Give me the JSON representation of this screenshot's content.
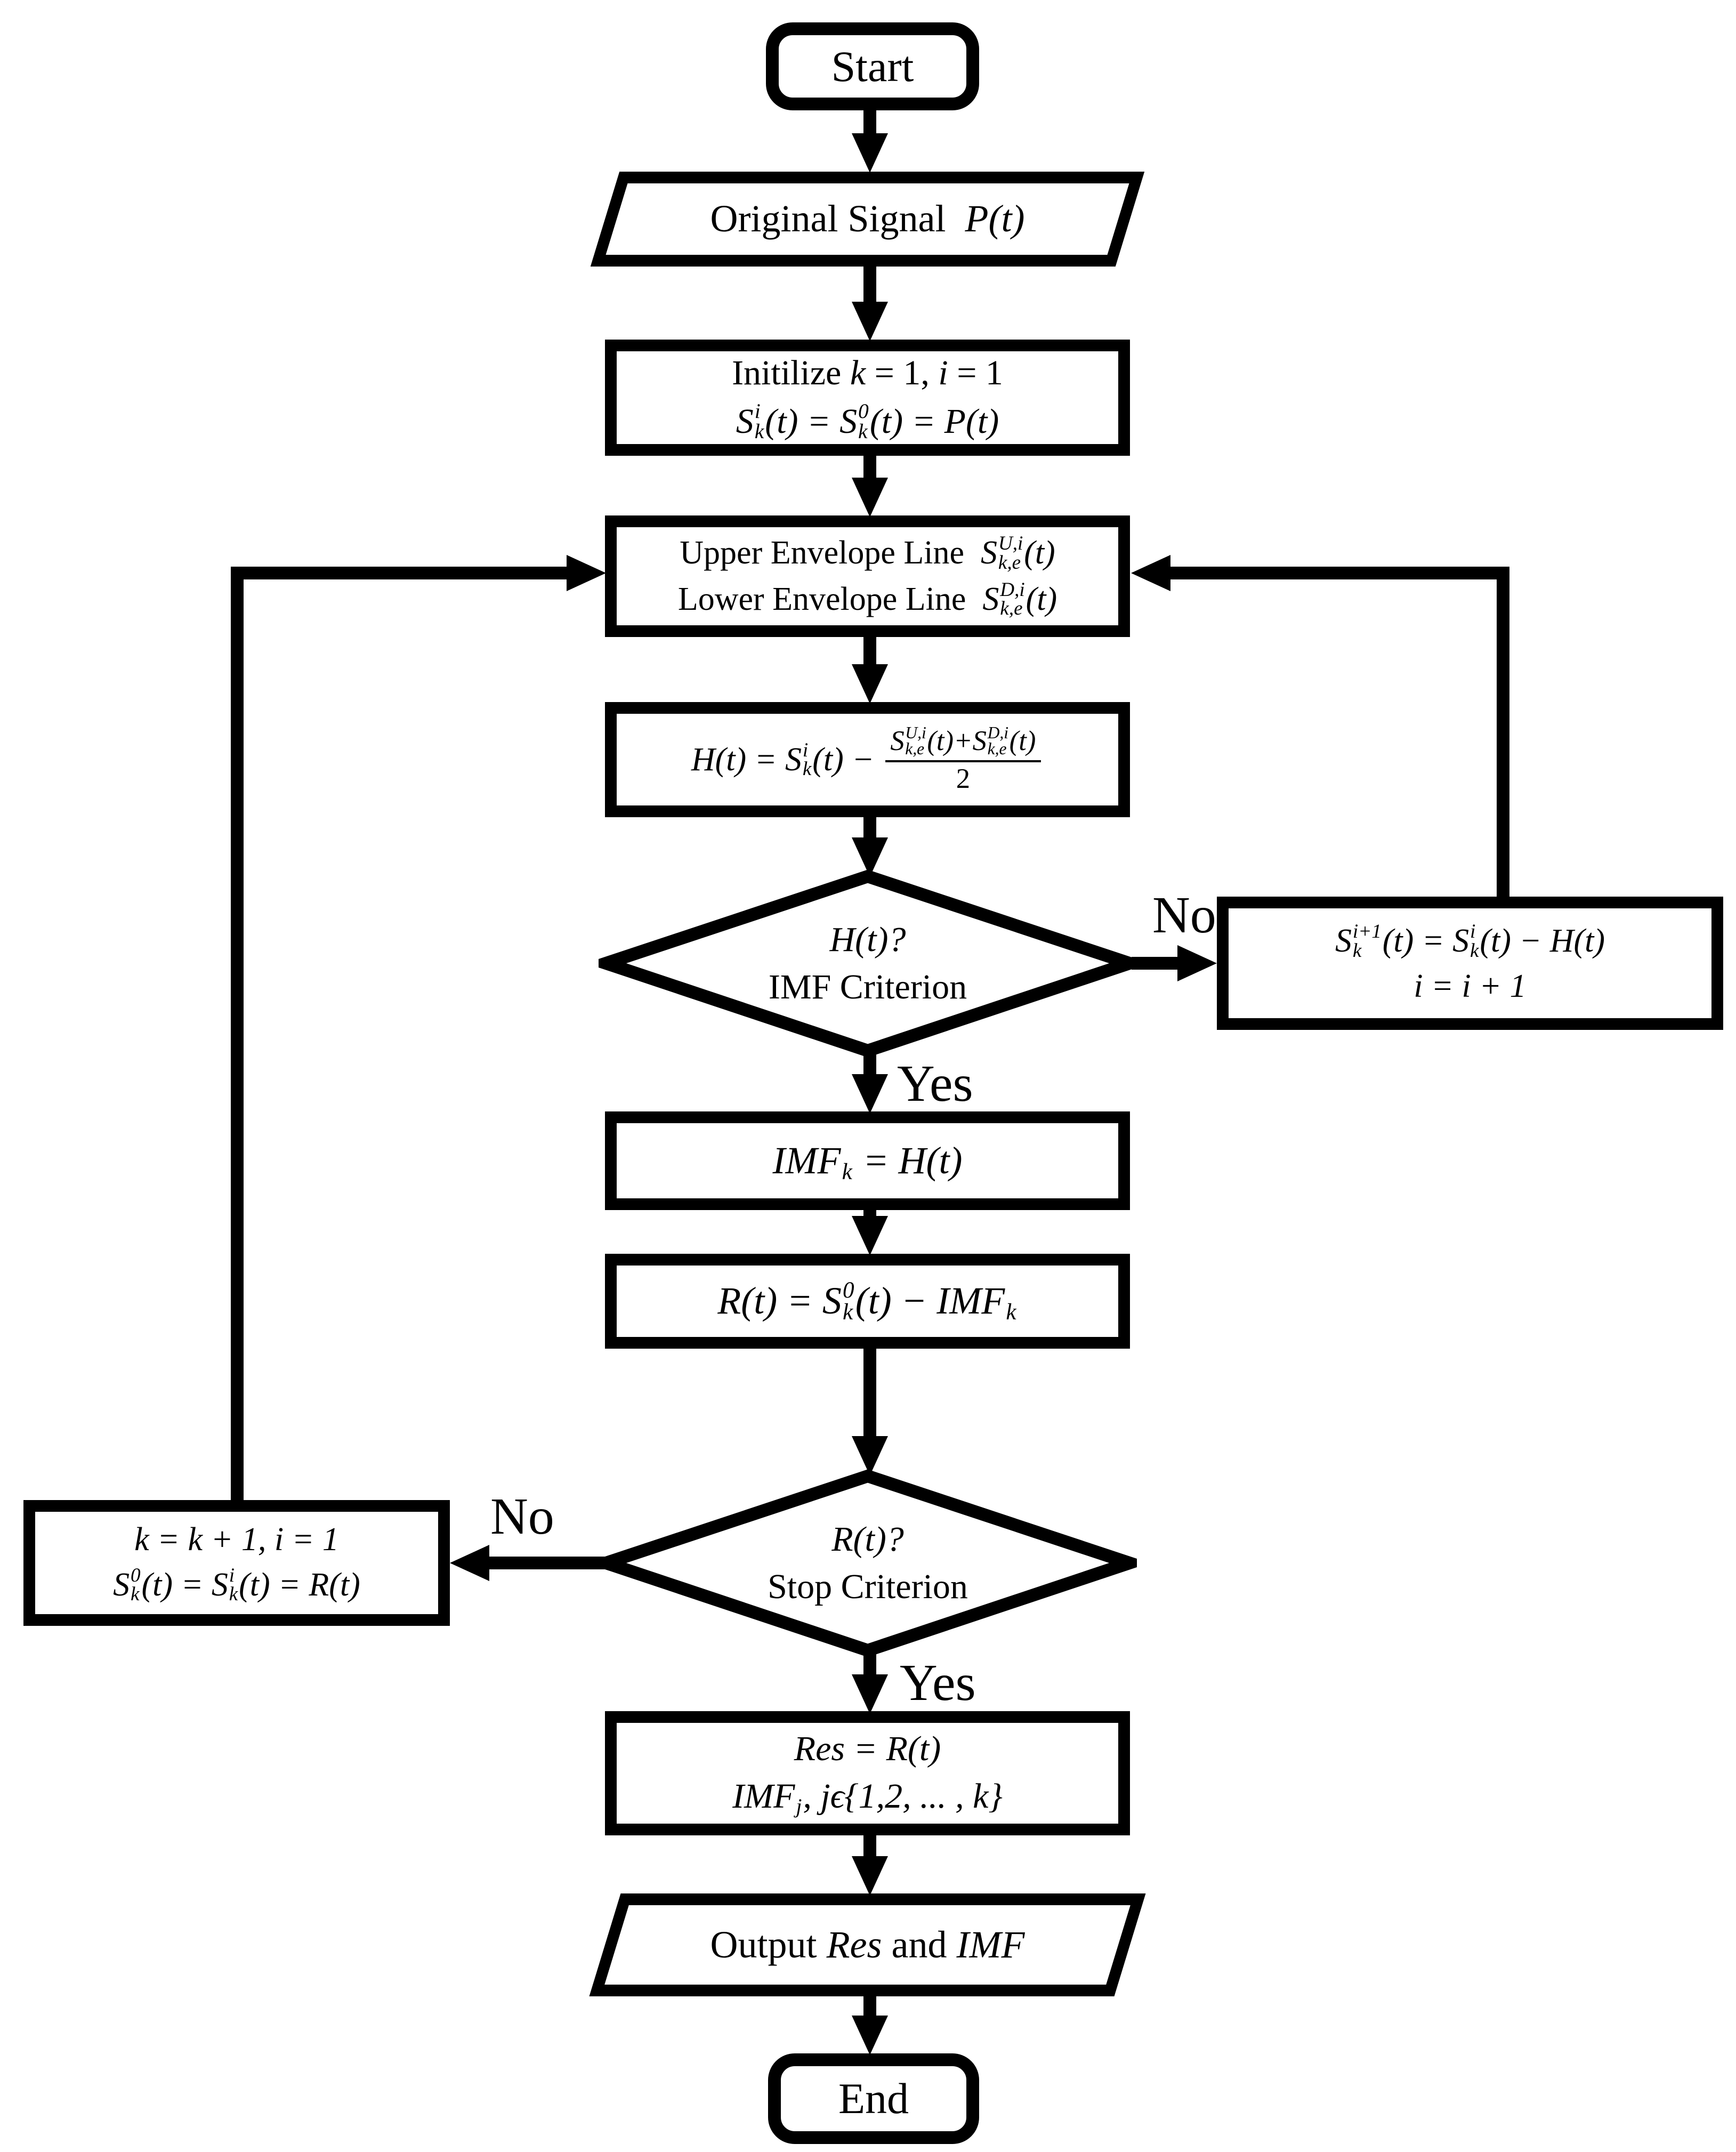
{
  "edges": {
    "imf_no": "No",
    "imf_yes": "Yes",
    "stop_no": "No",
    "stop_yes": "Yes"
  },
  "nodes": {
    "start": {
      "label": "Start"
    },
    "original": {
      "line": [
        {
          "t": "Original Signal  ",
          "up": true
        },
        {
          "t": "P(t)"
        }
      ]
    },
    "init": {
      "line1": [
        {
          "t": "Initilize ",
          "up": true
        },
        {
          "t": "k"
        },
        {
          "t": " = 1, ",
          "up": true
        },
        {
          "t": "i"
        },
        {
          "t": " = 1",
          "up": true
        }
      ],
      "line2": [
        {
          "t": "S"
        },
        {
          "stack": [
            "i",
            "k"
          ]
        },
        {
          "t": "(t) = S"
        },
        {
          "stack": [
            "0",
            "k"
          ]
        },
        {
          "t": "(t) = P(t)"
        }
      ]
    },
    "envelope": {
      "line1": [
        {
          "t": "Upper Envelope Line  ",
          "up": true
        },
        {
          "t": "S"
        },
        {
          "stack": [
            "U,i",
            "k,e"
          ]
        },
        {
          "t": "(t)"
        }
      ],
      "line2": [
        {
          "t": "Lower Envelope Line  ",
          "up": true
        },
        {
          "t": "S"
        },
        {
          "stack": [
            "D,i",
            "k,e"
          ]
        },
        {
          "t": "(t)"
        }
      ]
    },
    "sift": {
      "line": [
        {
          "t": "H(t) = S"
        },
        {
          "stack": [
            "i",
            "k"
          ]
        },
        {
          "t": "(t) − "
        },
        {
          "frac": {
            "num": [
              {
                "t": "S"
              },
              {
                "stack": [
                  "U,i",
                  "k,e"
                ]
              },
              {
                "t": "(t)+S"
              },
              {
                "stack": [
                  "D,i",
                  "k,e"
                ]
              },
              {
                "t": "(t)"
              }
            ],
            "den": [
              {
                "t": "2",
                "up": true
              }
            ]
          }
        }
      ]
    },
    "imf_check": {
      "line1": [
        {
          "t": "H(t)?"
        }
      ],
      "line2": [
        {
          "t": "IMF Criterion",
          "up": true
        }
      ]
    },
    "subtract": {
      "line1": [
        {
          "t": "S"
        },
        {
          "stack": [
            "i+1",
            "k"
          ]
        },
        {
          "t": "(t) = S"
        },
        {
          "stack": [
            "i",
            "k"
          ]
        },
        {
          "t": "(t) − H(t)"
        }
      ],
      "line2": [
        {
          "t": "i = i + 1"
        }
      ]
    },
    "imf_assign": {
      "line": [
        {
          "t": "IMF"
        },
        {
          "stack": [
            "",
            "k"
          ]
        },
        {
          "t": " = H(t)"
        }
      ]
    },
    "residual": {
      "line": [
        {
          "t": "R(t) = S"
        },
        {
          "stack": [
            "0",
            "k"
          ]
        },
        {
          "t": "(t) − IMF"
        },
        {
          "stack": [
            "",
            "k"
          ]
        }
      ]
    },
    "stop_check": {
      "line1": [
        {
          "t": "R(t)?"
        }
      ],
      "line2": [
        {
          "t": "Stop Criterion",
          "up": true
        }
      ]
    },
    "increment": {
      "line1": [
        {
          "t": "k = k + 1, i = 1"
        }
      ],
      "line2": [
        {
          "t": "S"
        },
        {
          "stack": [
            "0",
            "k"
          ]
        },
        {
          "t": "(t) = S"
        },
        {
          "stack": [
            "i",
            "k"
          ]
        },
        {
          "t": "(t) = R(t)"
        }
      ]
    },
    "result": {
      "line1": [
        {
          "t": "Res = R(t)"
        }
      ],
      "line2": [
        {
          "t": "IMF"
        },
        {
          "stack": [
            "",
            "j"
          ]
        },
        {
          "t": ", jϵ{1,2, ... , k}"
        }
      ]
    },
    "output": {
      "line": [
        {
          "t": "Output ",
          "up": true
        },
        {
          "t": "Res"
        },
        {
          "t": " and ",
          "up": true
        },
        {
          "t": "IMF"
        }
      ]
    },
    "end": {
      "label": "End"
    }
  },
  "colors": {
    "ink": "#000000",
    "paper": "#ffffff"
  }
}
